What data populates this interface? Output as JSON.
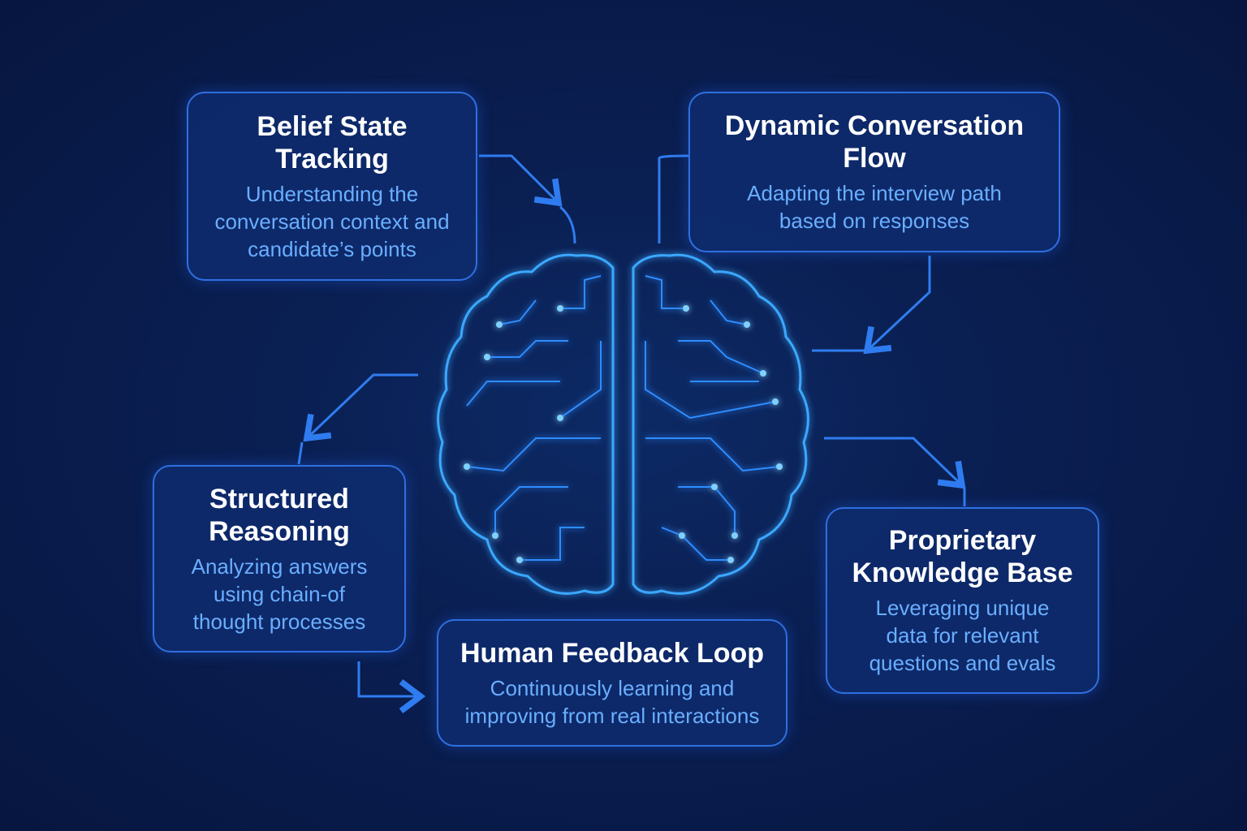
{
  "colors": {
    "background": "#0a1f52",
    "box_fill": "#0e2c6e",
    "box_border": "#2f6fe0",
    "title": "#ffffff",
    "description": "#6aaeff",
    "glow": "#3aa0ff"
  },
  "nodes": [
    {
      "title": "Belief State Tracking",
      "description": "Understanding the conversation context and candidate’s points"
    },
    {
      "title": "Dynamic Conversation Flow",
      "description": "Adapting the interview path based on responses"
    },
    {
      "title": "Structured Reasoning",
      "description": "Analyzing answers using chain-of thought processes"
    },
    {
      "title": "Human Feedback Loop",
      "description": "Continuously learning and improving from real interactions"
    },
    {
      "title": "Proprietary Knowledge Base",
      "description": "Leveraging unique data for relevant questions and evals"
    }
  ],
  "center_icon": "brain-circuit-icon"
}
